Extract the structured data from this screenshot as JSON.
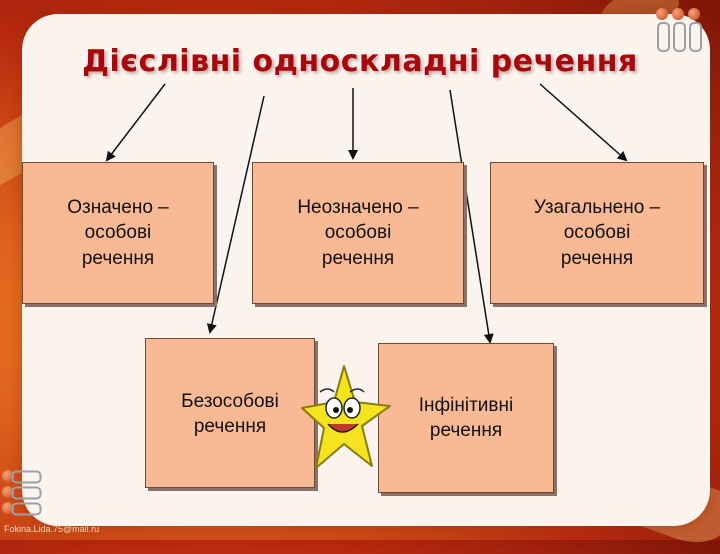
{
  "title": "Дієслівні односкладні речення",
  "boxes": {
    "definite": "Означено –\nособові\nречення",
    "indefinite": "Неозначено –\nособові\nречення",
    "generalized": "Узагальнено –\nособові\nречення",
    "impersonal": "Безособові\nречення",
    "infinitive": "Інфінітивні\nречення"
  },
  "footer": "Fokina.Lida.75@mail.ru",
  "colors": {
    "title": "#a8070b",
    "box_fill": "#f8b994",
    "slide_bg": "#fbf3ee",
    "star": "#f5e41d"
  }
}
